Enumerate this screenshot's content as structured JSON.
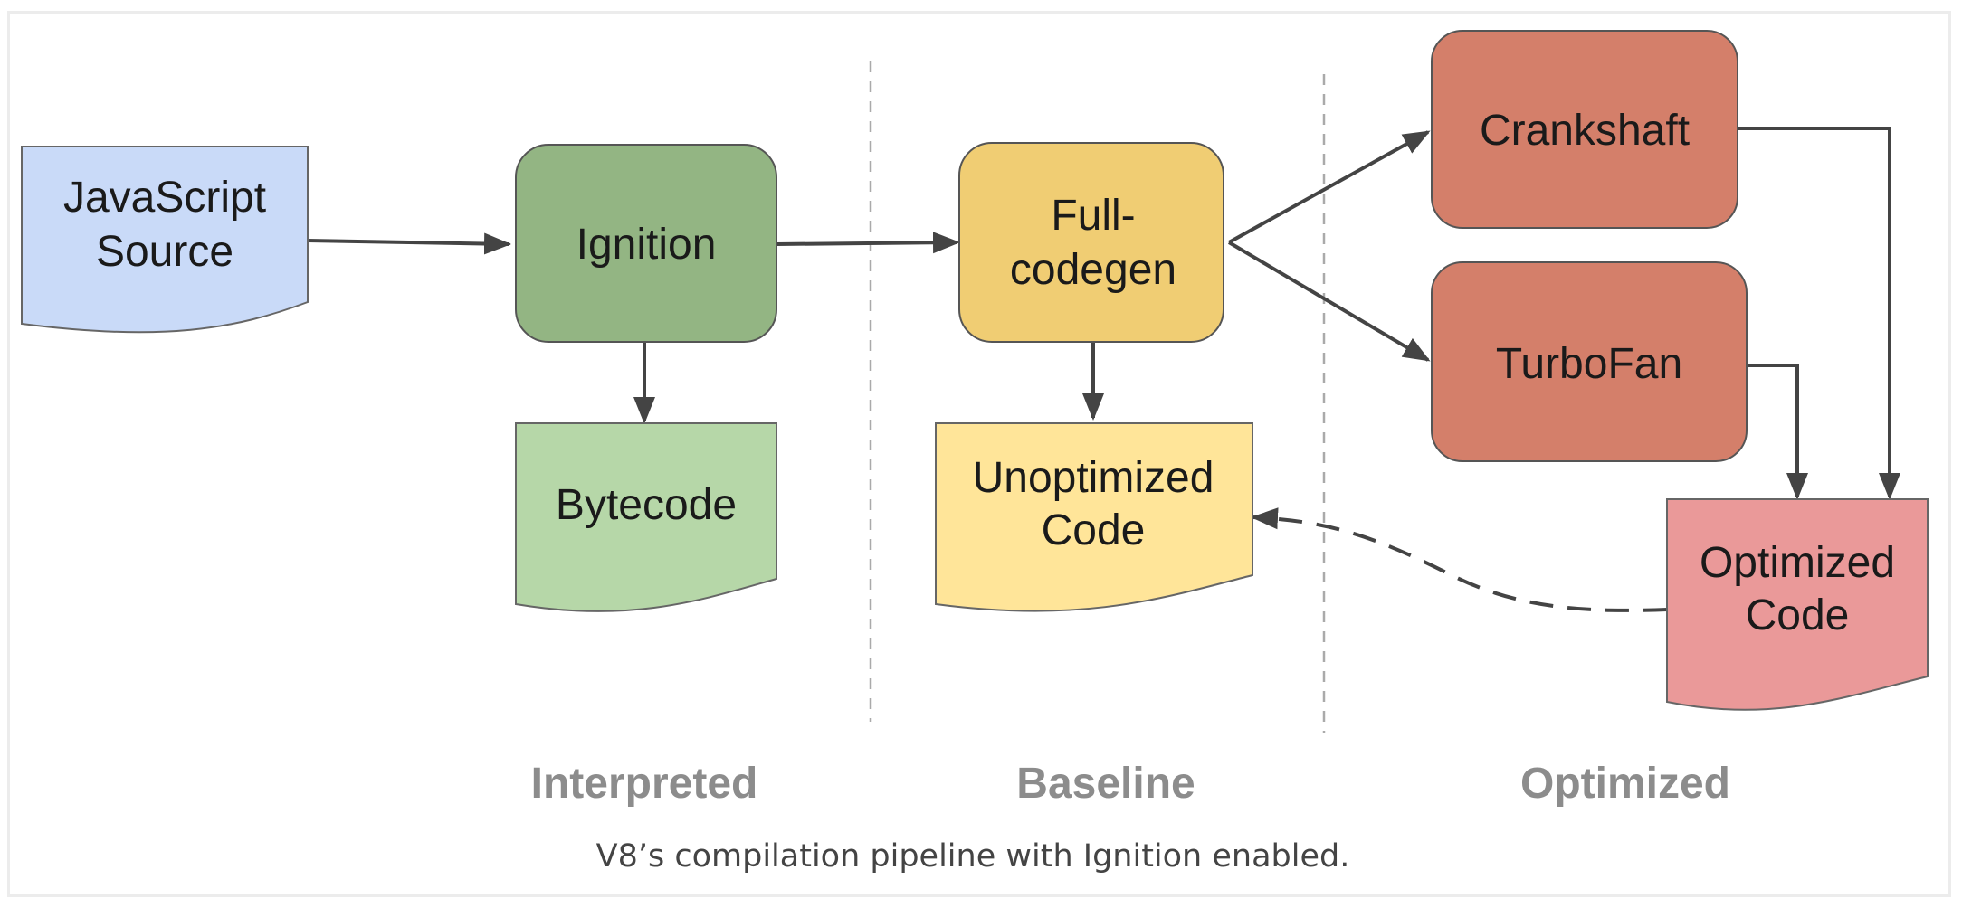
{
  "nodes": {
    "source": {
      "line1": "JavaScript",
      "line2": "Source"
    },
    "ignition": {
      "label": "Ignition"
    },
    "bytecode": {
      "label": "Bytecode"
    },
    "fullcodegen": {
      "line1": "Full-",
      "line2": "codegen"
    },
    "unoptimized": {
      "line1": "Unoptimized",
      "line2": "Code"
    },
    "crankshaft": {
      "label": "Crankshaft"
    },
    "turbofan": {
      "label": "TurboFan"
    },
    "optimized": {
      "line1": "Optimized",
      "line2": "Code"
    }
  },
  "regions": {
    "interpreted": "Interpreted",
    "baseline": "Baseline",
    "optimized": "Optimized"
  },
  "caption": "V8’s compilation pipeline with Ignition enabled.",
  "colors": {
    "source": "#c9daf8",
    "ignition": "#93b583",
    "bytecode": "#b6d7a8",
    "fullcodegen": "#f0cd73",
    "unoptimized": "#ffe599",
    "compiler": "#d47f6a",
    "optimized": "#ea9999",
    "arrow": "#444444",
    "divider": "#aaaaaa"
  }
}
